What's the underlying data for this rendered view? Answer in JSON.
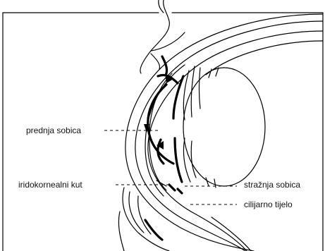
{
  "labels": {
    "anterior_chamber": "prednja sobica",
    "iridocorneal_angle": "iridokornealni kut",
    "posterior_chamber": "stražnja sobica",
    "ciliary_body": "cilijarno tijelo"
  },
  "colors": {
    "ink": "#000000",
    "background": "#ffffff"
  }
}
